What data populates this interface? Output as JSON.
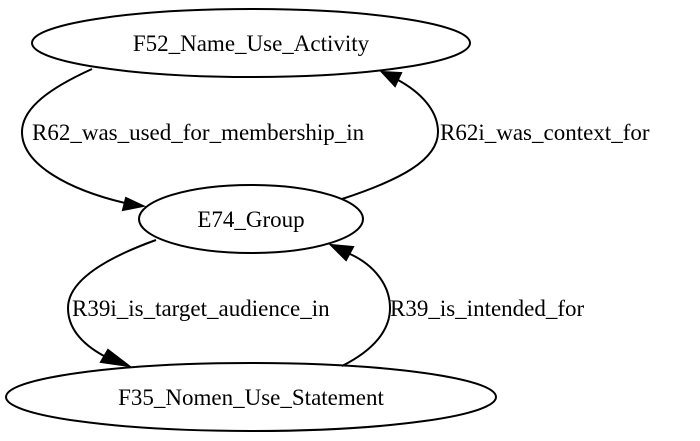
{
  "nodes": {
    "activity": "F52_Name_Use_Activity",
    "group": "E74_Group",
    "statement": "F35_Nomen_Use_Statement"
  },
  "edges": {
    "r62": "R62_was_used_for_membership_in",
    "r62i": "R62i_was_context_for",
    "r39i": "R39i_is_target_audience_in",
    "r39": "R39_is_intended_for"
  },
  "colors": {
    "stroke": "#000000",
    "background": "#ffffff"
  }
}
